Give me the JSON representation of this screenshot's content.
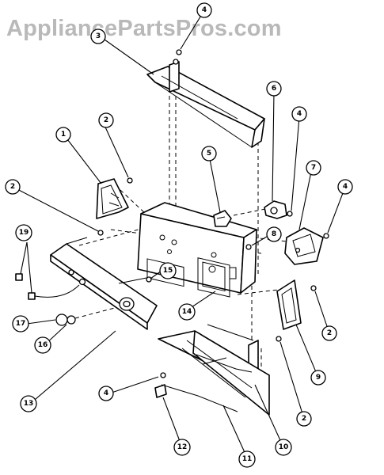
{
  "watermark": "AppliancePartsPros.com",
  "callouts": [
    {
      "key": "c4a",
      "label": "4"
    },
    {
      "key": "c3",
      "label": "3"
    },
    {
      "key": "c6",
      "label": "6"
    },
    {
      "key": "c2a",
      "label": "2"
    },
    {
      "key": "c1",
      "label": "1"
    },
    {
      "key": "c4b",
      "label": "4"
    },
    {
      "key": "c5",
      "label": "5"
    },
    {
      "key": "c7",
      "label": "7"
    },
    {
      "key": "c4c",
      "label": "4"
    },
    {
      "key": "c2b",
      "label": "2"
    },
    {
      "key": "c19",
      "label": "19"
    },
    {
      "key": "c8",
      "label": "8"
    },
    {
      "key": "c15",
      "label": "15"
    },
    {
      "key": "c14",
      "label": "14"
    },
    {
      "key": "c17",
      "label": "17"
    },
    {
      "key": "c16",
      "label": "16"
    },
    {
      "key": "c2c",
      "label": "2"
    },
    {
      "key": "c9",
      "label": "9"
    },
    {
      "key": "c13",
      "label": "13"
    },
    {
      "key": "c2d",
      "label": "2"
    },
    {
      "key": "c4d",
      "label": "4"
    },
    {
      "key": "c12",
      "label": "12"
    },
    {
      "key": "c11",
      "label": "11"
    },
    {
      "key": "c10",
      "label": "10"
    }
  ]
}
